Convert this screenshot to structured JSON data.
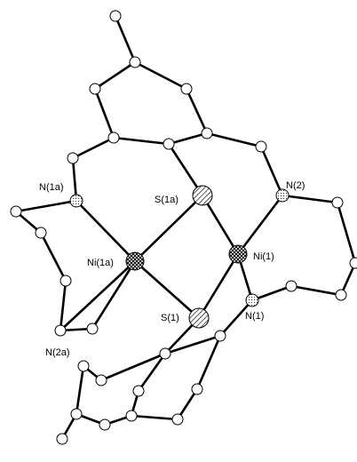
{
  "figure": {
    "labels": {
      "n1a": "N(1a)",
      "s1a": "S(1a)",
      "n2": "N(2)",
      "ni1a": "Ni(1a)",
      "ni1": "Ni(1)",
      "s1": "S(1)",
      "n1": "N(1)",
      "n2a": "N(2a)"
    },
    "colors": {
      "bond": "#000000",
      "atom_fill": "#ffffff",
      "atom_stroke": "#000000"
    }
  }
}
